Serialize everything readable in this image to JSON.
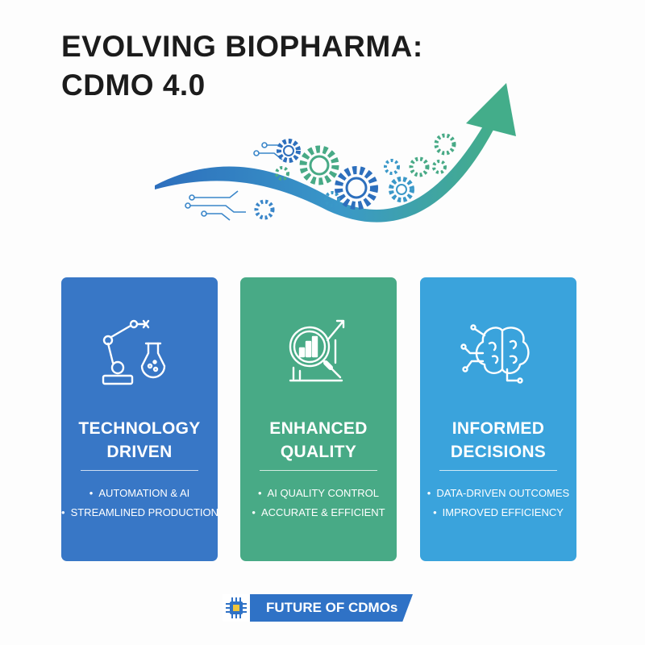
{
  "title": {
    "line1": "EVOLVING BIOPHARMA:",
    "line2": "CDMO 4.0"
  },
  "cards": [
    {
      "heading_line1": "TECHNOLOGY",
      "heading_line2": "DRIVEN",
      "bullets": [
        "AUTOMATION & AI",
        "STREAMLINED PRODUCTION"
      ],
      "color": "#3877c6",
      "icon": "robot-arm-flask-icon"
    },
    {
      "heading_line1": "ENHANCED",
      "heading_line2": "QUALITY",
      "bullets": [
        "AI QUALITY CONTROL",
        "ACCURATE & EFFICIENT"
      ],
      "color": "#48aa86",
      "icon": "magnifier-chart-icon"
    },
    {
      "heading_line1": "INFORMED",
      "heading_line2": "DECISIONS",
      "bullets": [
        "DATA-DRIVEN OUTCOMES",
        "IMPROVED EFFICIENCY"
      ],
      "color": "#3aa3dc",
      "icon": "brain-circuit-icon"
    }
  ],
  "footer": {
    "label": "FUTURE OF CDMOs",
    "color": "#2f72c6",
    "icon": "microchip-icon"
  },
  "hero": {
    "icon": "growth-arrow-gears-icon"
  },
  "bullet_glyph": "•"
}
